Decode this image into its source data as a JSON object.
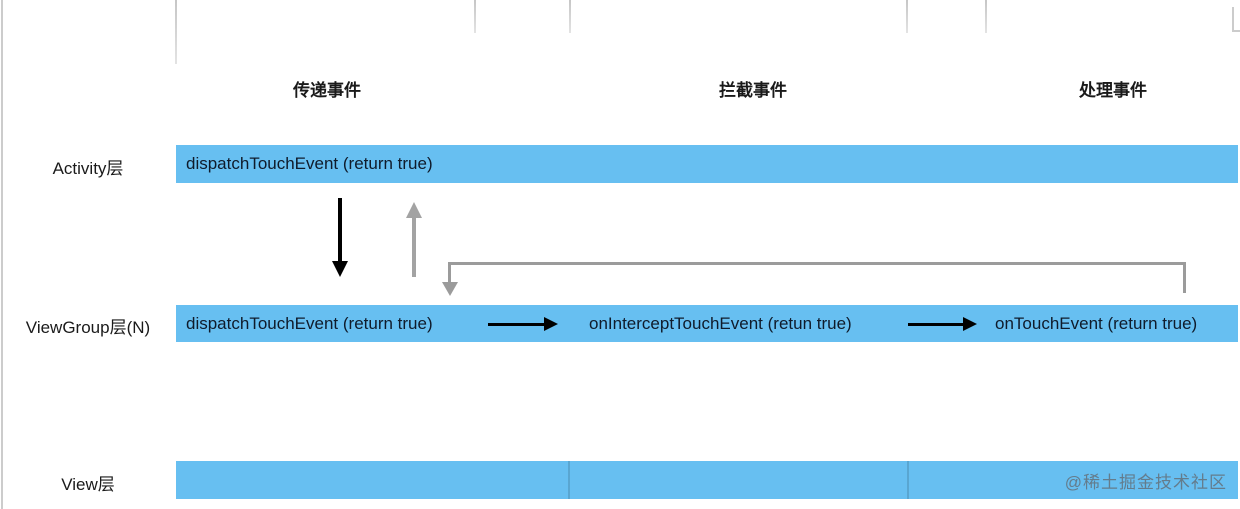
{
  "headers": [
    {
      "label": "传递事件"
    },
    {
      "label": "拦截事件"
    },
    {
      "label": "处理事件"
    }
  ],
  "rows": [
    {
      "label": "Activity层"
    },
    {
      "label": "ViewGroup层(N)"
    },
    {
      "label": "View层"
    }
  ],
  "bars": {
    "activity": {
      "text": "dispatchTouchEvent (return true)"
    },
    "viewgroup": {
      "dispatch": "dispatchTouchEvent (return true)",
      "intercept": "onInterceptTouchEvent (retun true)",
      "ontouch": "onTouchEvent (return true)"
    },
    "view": {
      "text": ""
    }
  },
  "watermark": {
    "text": "@稀土掘金技术社区"
  },
  "colors": {
    "bar_blue": "#67bff1",
    "arrow_black": "#000000",
    "arrow_gray": "#9b9b9b",
    "grid_gray": "#cccccc",
    "bar_text": "#0f1b2b"
  }
}
